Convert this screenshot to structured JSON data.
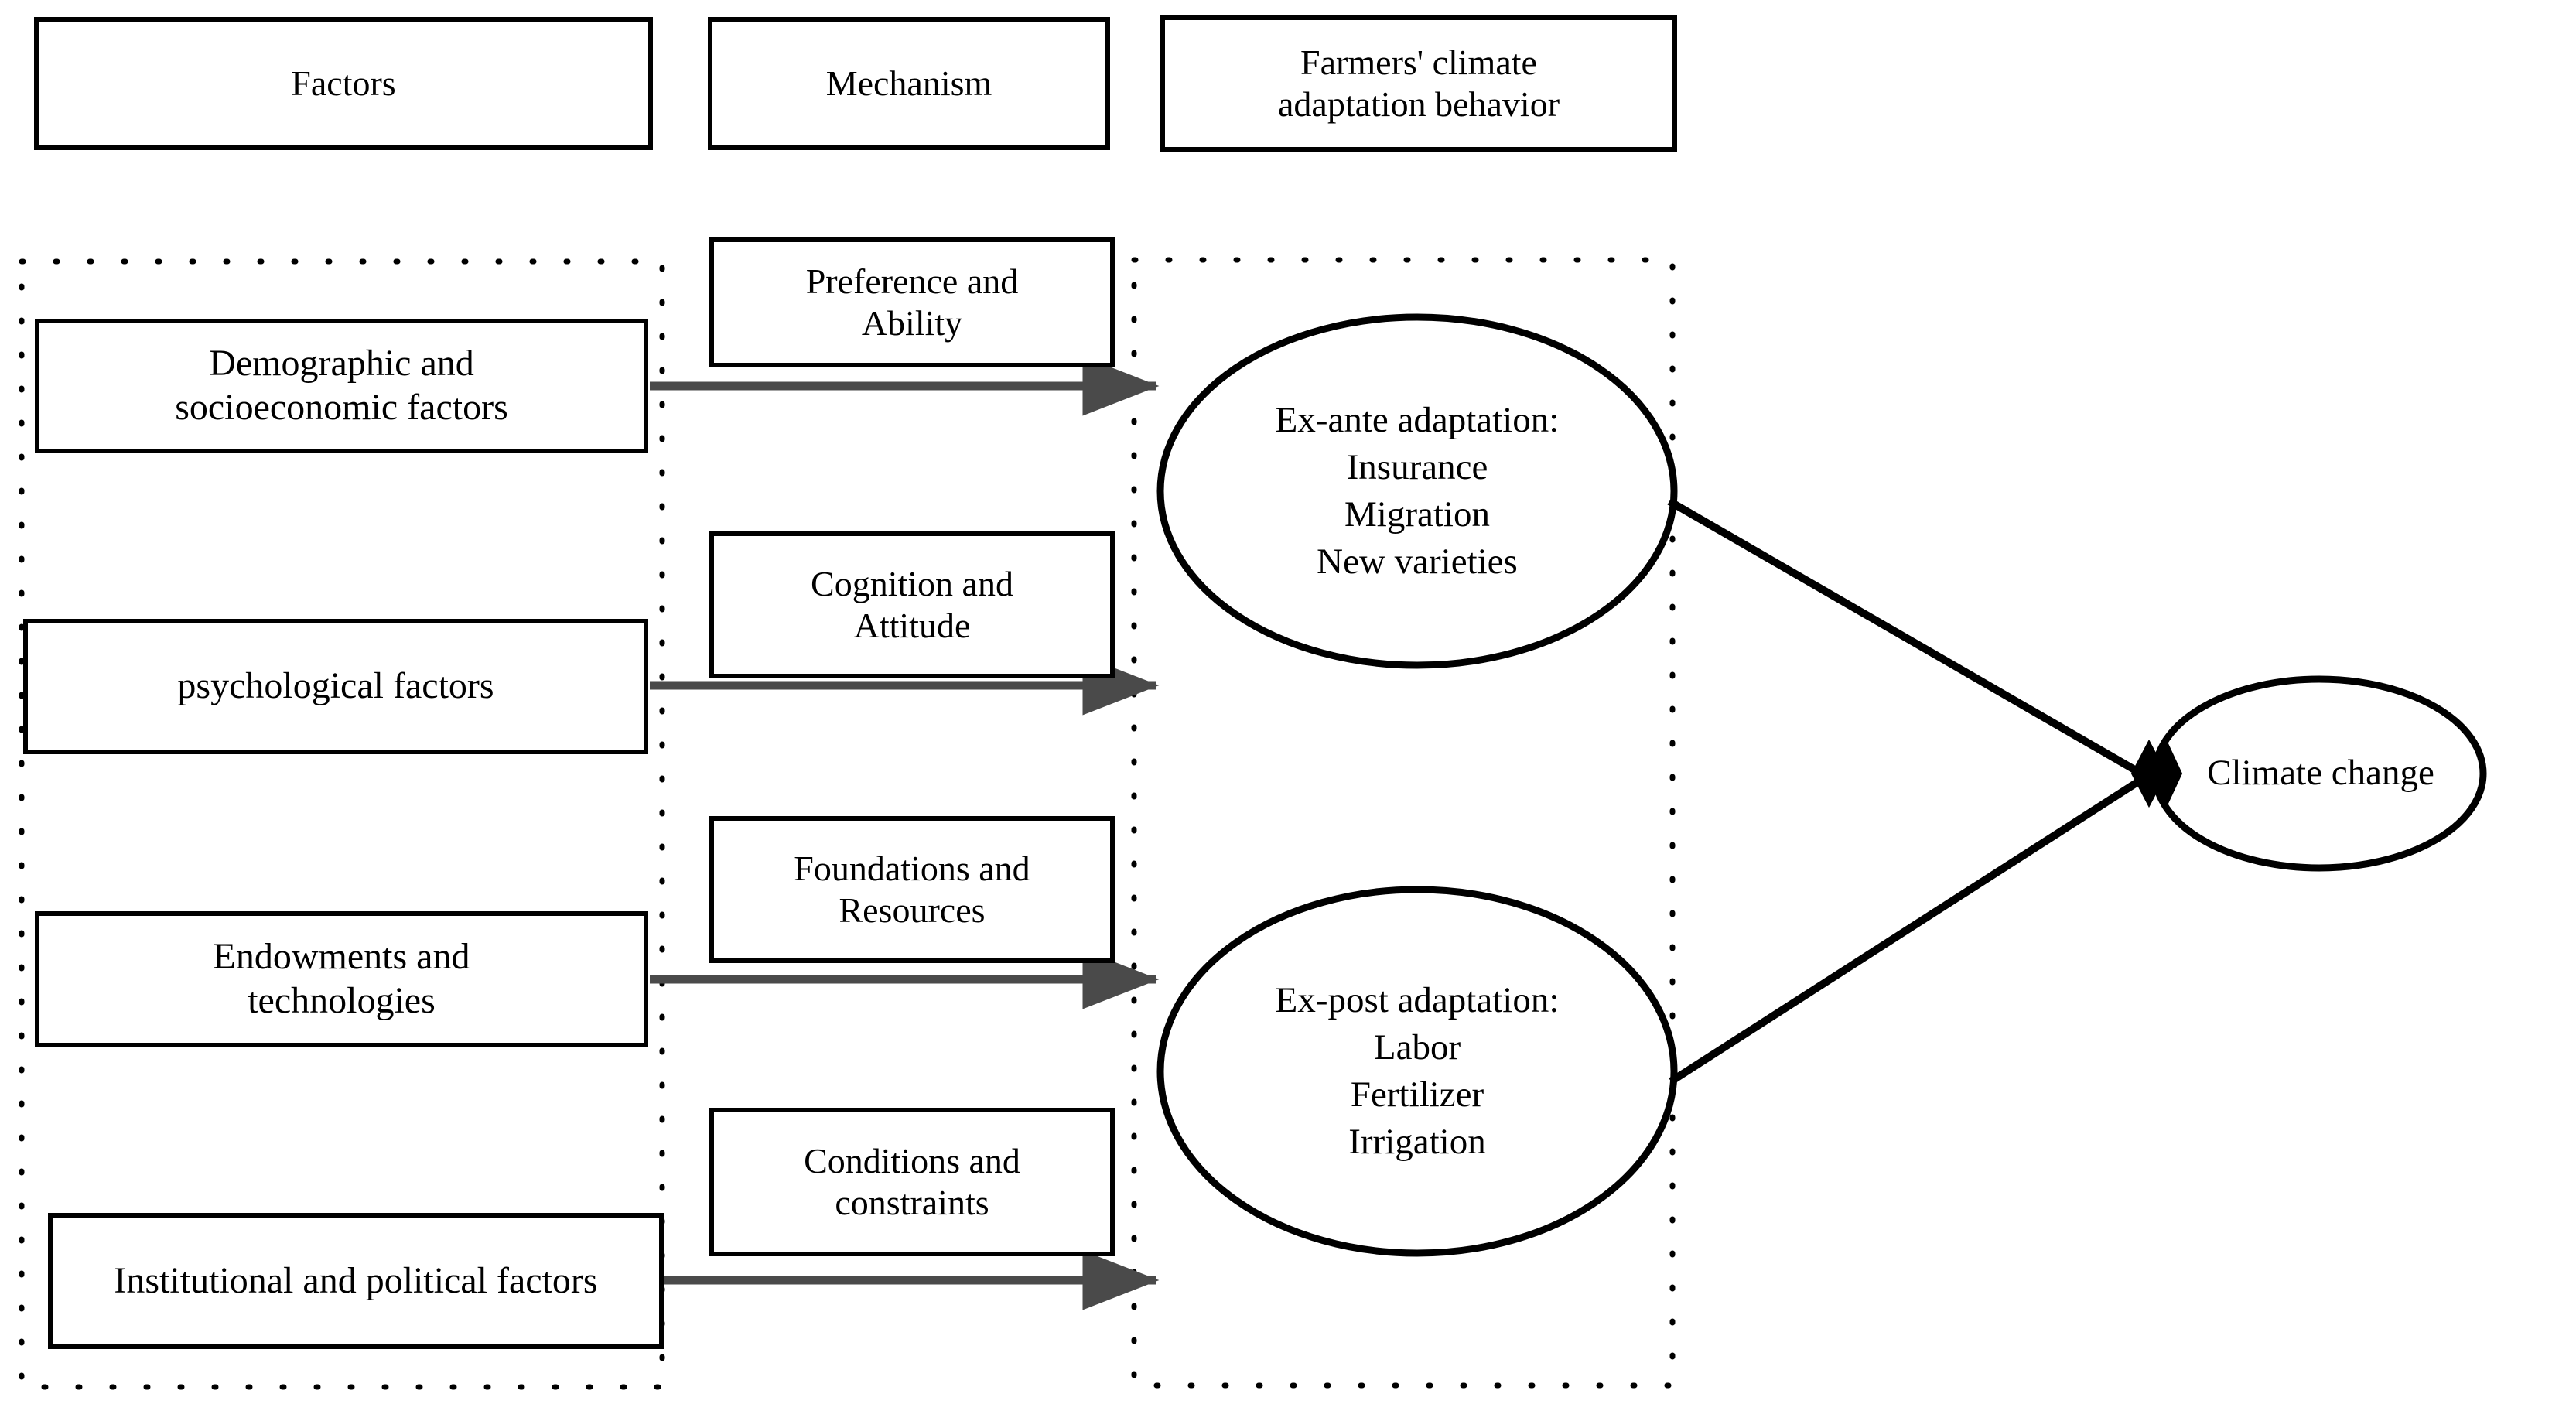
{
  "diagram": {
    "title_columns": [
      {
        "id": "factors",
        "label": "Factors"
      },
      {
        "id": "mechanism",
        "label": "Mechanism"
      },
      {
        "id": "behavior",
        "label": "Farmers' climate\nadaptation behavior"
      }
    ],
    "factors": [
      {
        "id": "demographic",
        "label": "Demographic and\nsocioeconomic factors"
      },
      {
        "id": "psychological",
        "label": "psychological factors"
      },
      {
        "id": "endowments",
        "label": "Endowments  and\ntechnologies"
      },
      {
        "id": "institutional",
        "label": "Institutional and political factors"
      }
    ],
    "mechanisms": [
      {
        "id": "preference-ability",
        "label": "Preference and\nAbility"
      },
      {
        "id": "cognition-attitude",
        "label": "Cognition and\nAttitude"
      },
      {
        "id": "foundations-resources",
        "label": "Foundations and\nResources"
      },
      {
        "id": "conditions-constraints",
        "label": "Conditions and\nconstraints"
      }
    ],
    "adaptations": [
      {
        "id": "ex-ante",
        "label": "Ex-ante adaptation:\nInsurance\nMigration\nNew varieties"
      },
      {
        "id": "ex-post",
        "label": "Ex-post adaptation:\nLabor\nFertilizer\nIrrigation"
      }
    ],
    "outcome": {
      "id": "climate-change",
      "label": "Climate change"
    },
    "colors": {
      "stroke": "#000000",
      "arrow": "#4a4a4a",
      "background": "#ffffff"
    },
    "connectors": {
      "factor_to_adaptation_arrows": 4,
      "adaptation_to_outcome_lines": 2,
      "junction_marker": "diamond"
    }
  }
}
